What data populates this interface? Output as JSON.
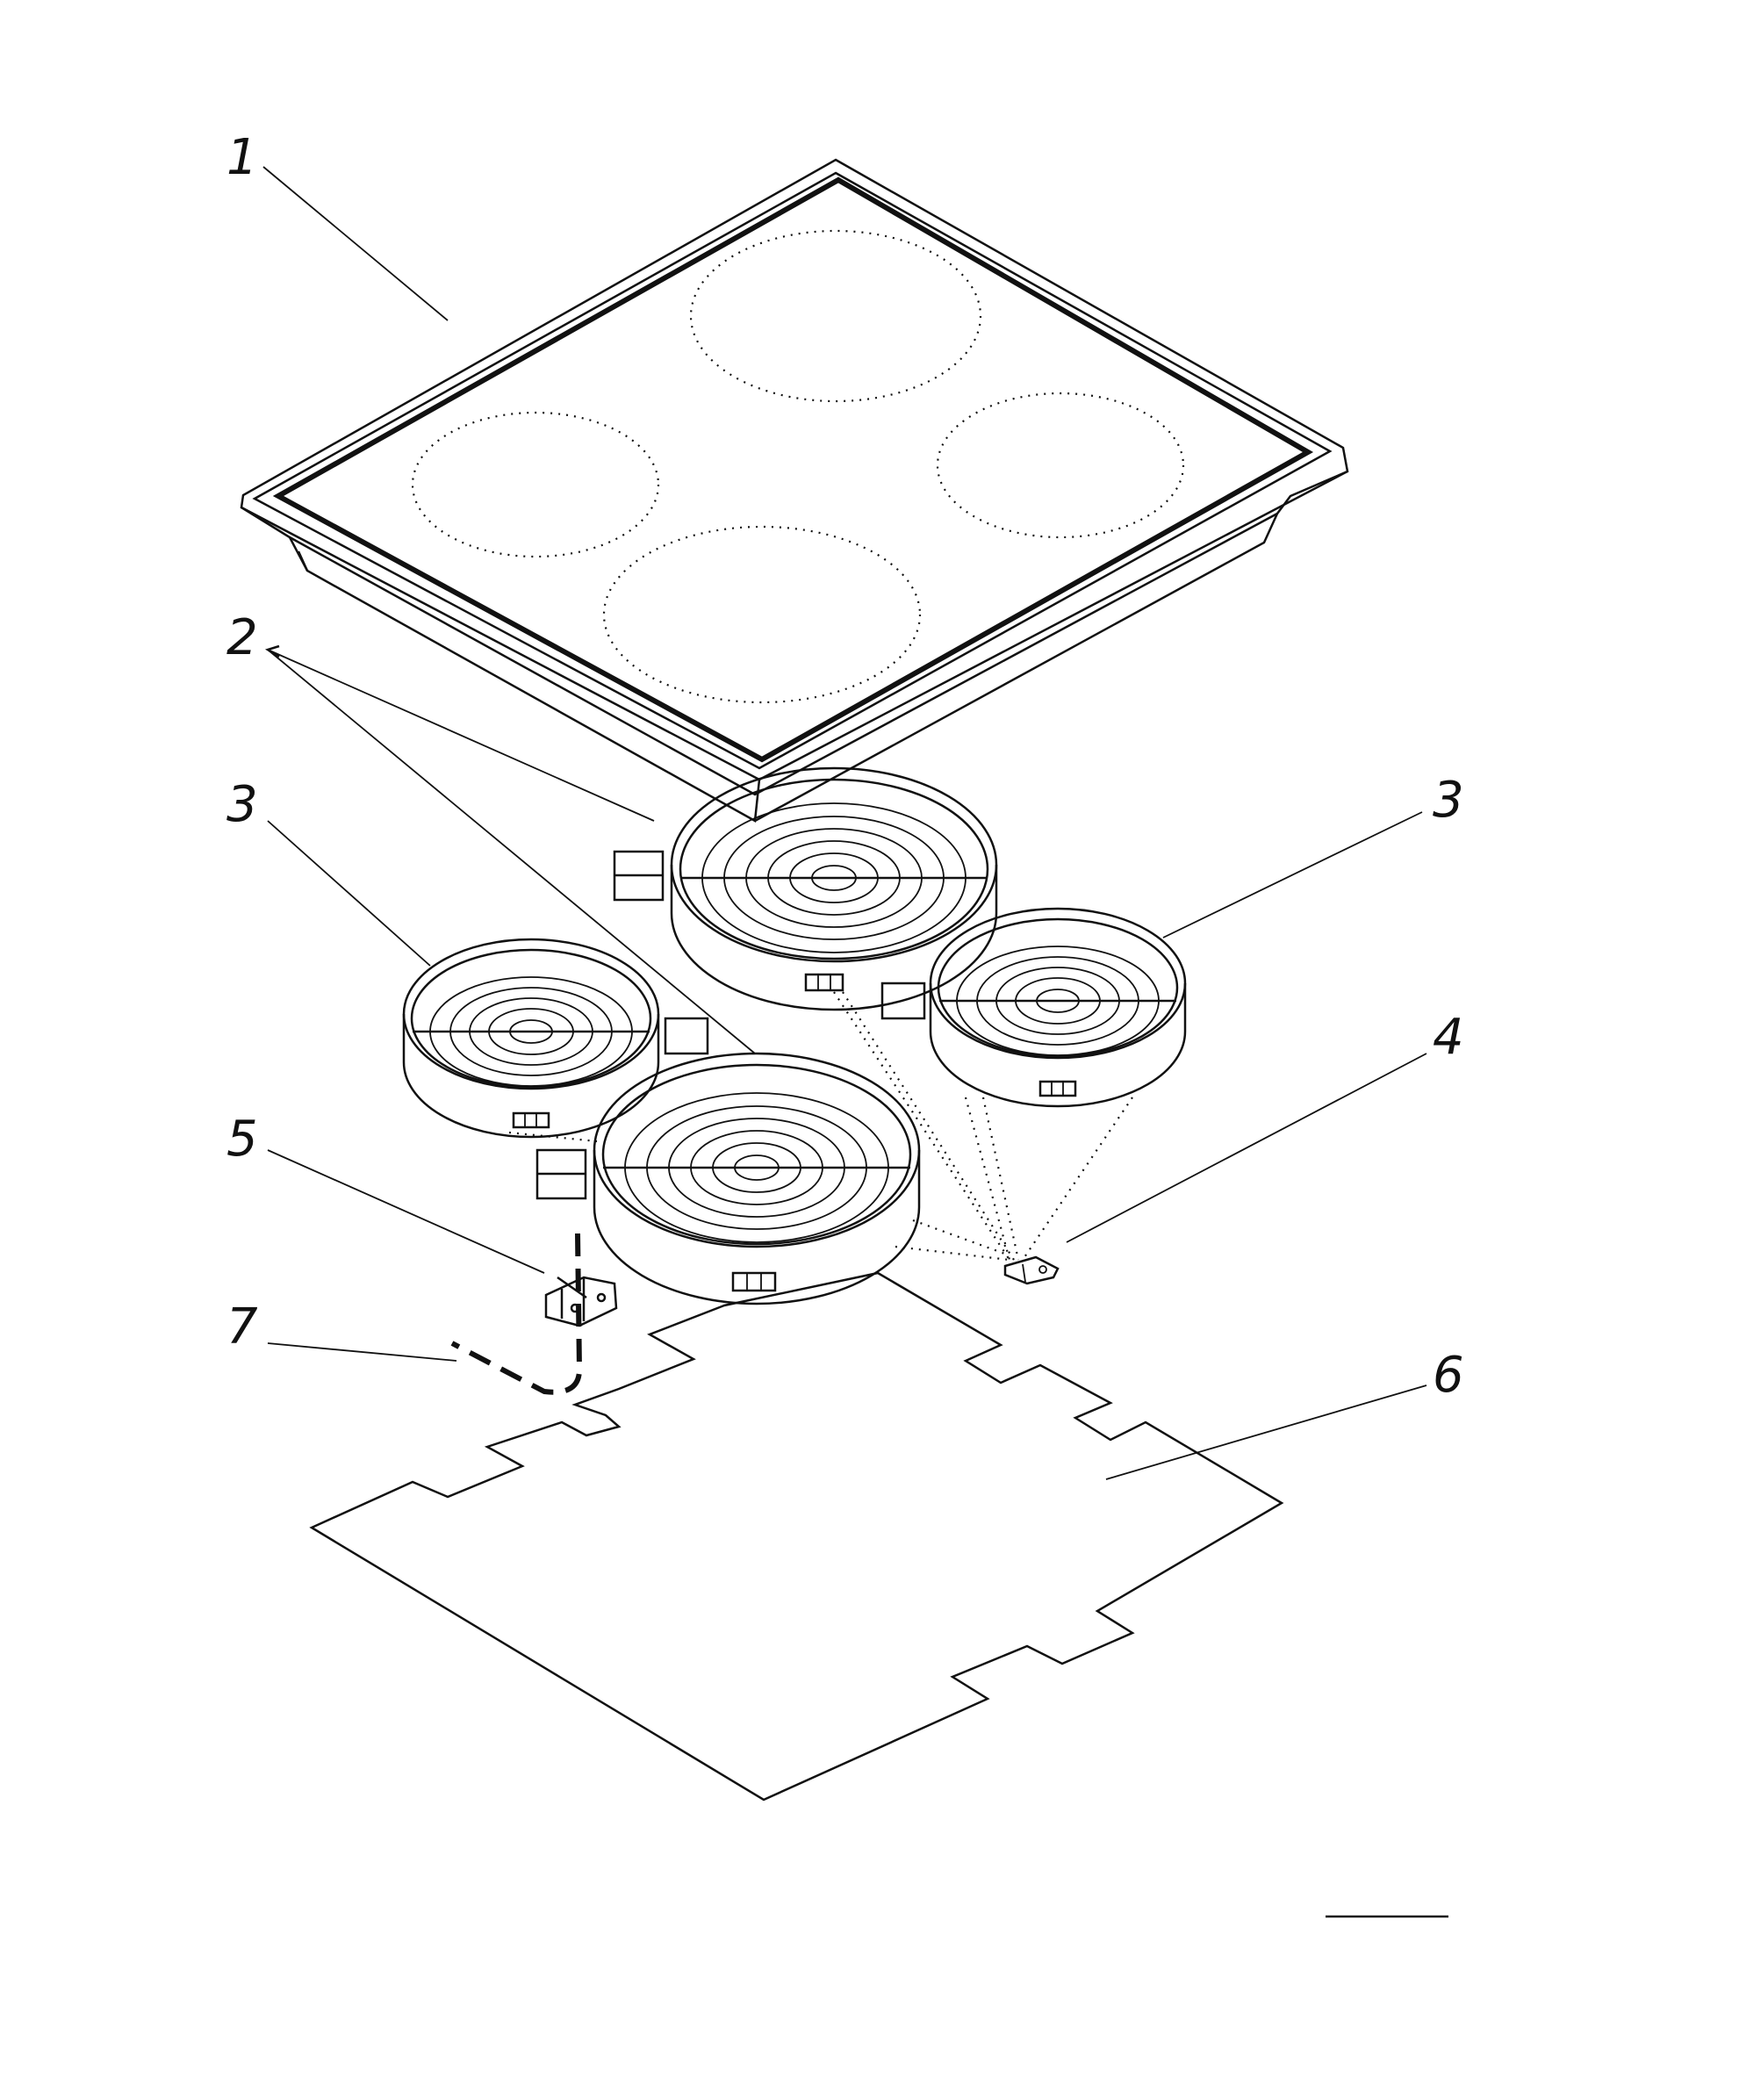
{
  "diagram": {
    "callouts": [
      {
        "id": "c1a",
        "label": "1"
      },
      {
        "id": "c2a",
        "label": "2"
      },
      {
        "id": "c3a",
        "label": "3"
      },
      {
        "id": "c3b",
        "label": "3"
      },
      {
        "id": "c4a",
        "label": "4"
      },
      {
        "id": "c5a",
        "label": "5"
      },
      {
        "id": "c6a",
        "label": "6"
      },
      {
        "id": "c7a",
        "label": "7"
      }
    ]
  }
}
